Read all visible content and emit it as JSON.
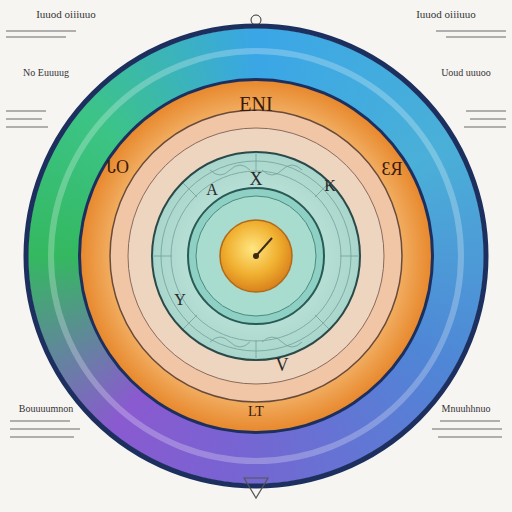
{
  "diagram": {
    "labels": [
      "ENI",
      "X",
      "A",
      "K",
      "Y",
      "V",
      "LT",
      "ᏓO",
      "ƐЯ",
      "Iuuod oiiiuuo",
      "Iuuod oiiiuuo",
      "No Euuuug",
      "Uoud uuuoo",
      "Bouuuumnon",
      "Mnuuhhnuo"
    ]
  }
}
